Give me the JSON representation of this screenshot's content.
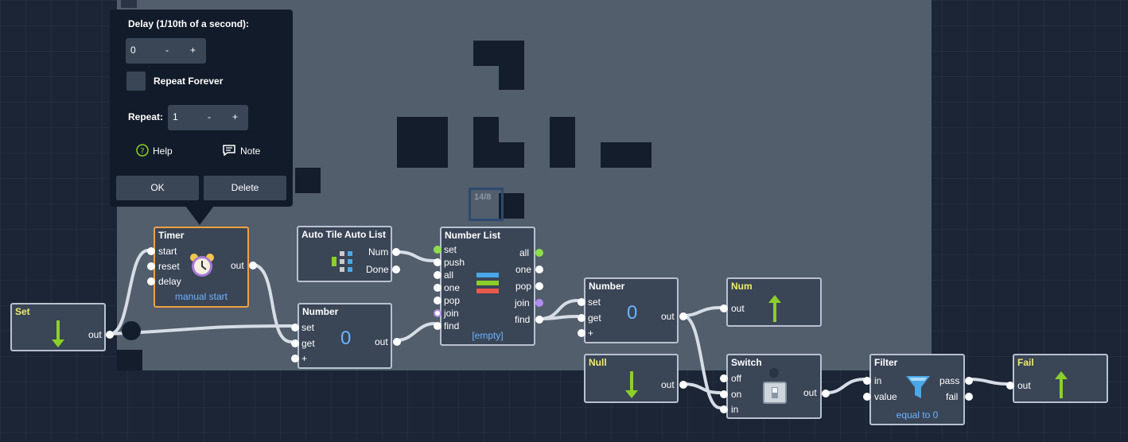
{
  "popup": {
    "delay_label": "Delay (1/10th of a second):",
    "delay_value": "0",
    "minus": "-",
    "plus": "+",
    "repeat_forever_label": "Repeat Forever",
    "repeat_label": "Repeat:",
    "repeat_value": "1",
    "help_label": "Help",
    "note_label": "Note",
    "ok_label": "OK",
    "delete_label": "Delete"
  },
  "canvas": {
    "tile_counter": "14/8"
  },
  "nodes": {
    "set": {
      "title": "Set",
      "out": "out"
    },
    "timer": {
      "title": "Timer",
      "start": "start",
      "reset": "reset",
      "delay": "delay",
      "out": "out",
      "sub": "manual start"
    },
    "autotile": {
      "title": "Auto Tile Auto List",
      "num": "Num",
      "done": "Done"
    },
    "number1": {
      "title": "Number",
      "set": "set",
      "get": "get",
      "plus": "+",
      "out": "out",
      "value": "0"
    },
    "numberlist": {
      "title": "Number List",
      "set": "set",
      "push": "push",
      "all": "all",
      "one": "one",
      "pop": "pop",
      "join": "join",
      "find": "find",
      "out_all": "all",
      "out_one": "one",
      "out_pop": "pop",
      "out_join": "join",
      "out_find": "find",
      "sub": "[empty]"
    },
    "number2": {
      "title": "Number",
      "set": "set",
      "get": "get",
      "plus": "+",
      "out": "out",
      "value": "0"
    },
    "num": {
      "title": "Num",
      "out": "out"
    },
    "null": {
      "title": "Null",
      "out": "out"
    },
    "switch": {
      "title": "Switch",
      "off": "off",
      "on": "on",
      "in": "in",
      "out": "out"
    },
    "filter": {
      "title": "Filter",
      "in": "in",
      "value": "value",
      "pass": "pass",
      "fail": "fail",
      "sub": "equal to 0"
    },
    "fail": {
      "title": "Fail",
      "out": "out"
    }
  },
  "colors": {
    "selected_border": "#f2a040",
    "accent_blue": "#6cb4ff",
    "title_yellow": "#f0ec6a",
    "arrow_green": "#8ccf2a"
  }
}
